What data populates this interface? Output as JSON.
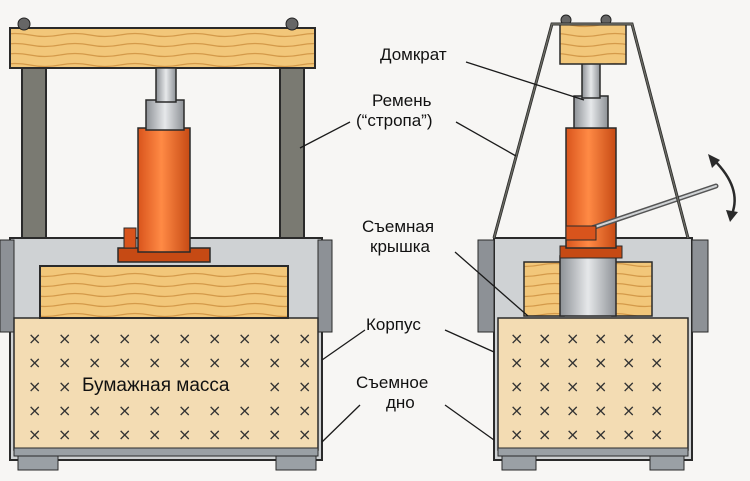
{
  "labels": {
    "jack": "Домкрат",
    "strap_line1": "Ремень",
    "strap_line2": "(“стропа”)",
    "lid_line1": "Съемная",
    "lid_line2": "крышка",
    "body": "Корпус",
    "bottom_line1": "Съемное",
    "bottom_line2": "дно",
    "pulp": "Бумажная масса"
  },
  "colors": {
    "wood": "#f2c77a",
    "wood_grain": "#d49a4a",
    "jack_orange": "#f06a2a",
    "jack_dark": "#c64a14",
    "steel": "#b8bcc0",
    "post": "#7a7a72",
    "pulp_fill": "#f3dcb3",
    "outline": "#2a2a2a"
  },
  "icons": {
    "pulp_mark": "×",
    "rotation": "curved-double-arrow-icon"
  }
}
